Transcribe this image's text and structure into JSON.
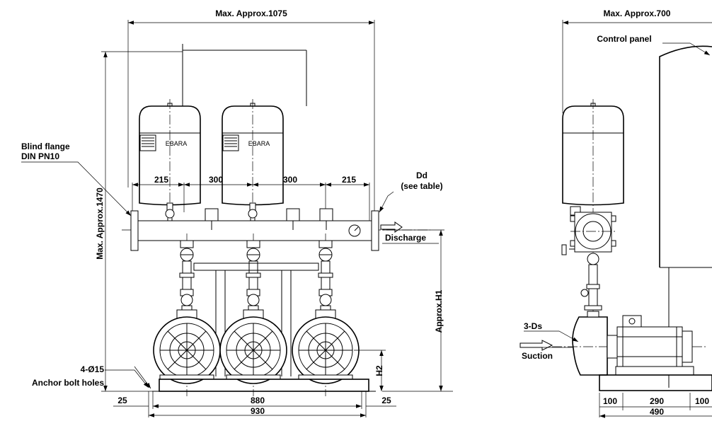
{
  "labels": {
    "front_width": "Max. Approx.1075",
    "side_width": "Max. Approx.700",
    "front_height": "Max. Approx.1470",
    "control_panel": "Control panel",
    "blind_flange_1": "Blind flange",
    "blind_flange_2": "DIN PN10",
    "dd_1": "Dd",
    "dd_2": "(see table)",
    "discharge": "Discharge",
    "approx_h1": "Approx.H1",
    "h2": "H2",
    "anchor_1": "4-Ø15",
    "anchor_2": "Anchor bolt holes",
    "ds": "3-Ds",
    "suction": "Suction",
    "tank_brand": "EBARA"
  },
  "dimensions": {
    "tank_spacing": [
      "215",
      "300",
      "300",
      "215"
    ],
    "base_inner": "880",
    "base_outer": "930",
    "base_margin": "25",
    "side_base": [
      "100",
      "290",
      "100"
    ],
    "side_total": "490"
  }
}
